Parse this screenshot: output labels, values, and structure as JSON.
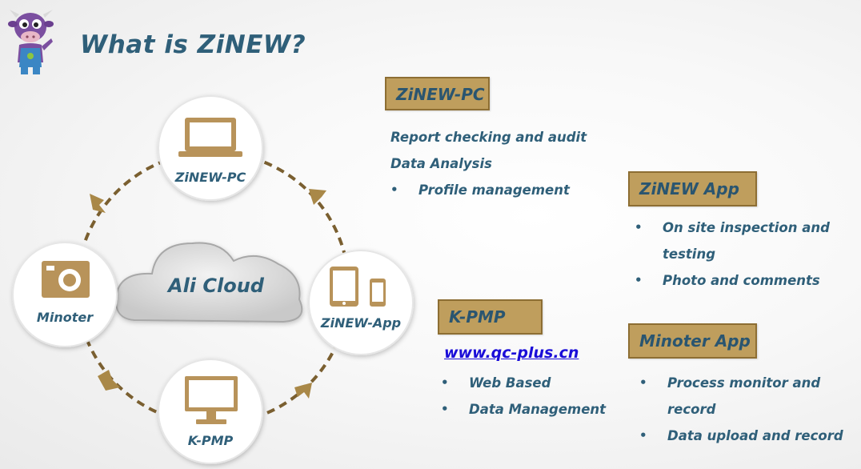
{
  "title": "What is ZiNEW?",
  "diagram": {
    "center": "Ali Cloud",
    "nodes": {
      "pc": "ZiNEW-PC",
      "app": "ZiNEW-App",
      "kpmp": "K-PMP",
      "minoter": "Minoter"
    }
  },
  "sections": {
    "pc": {
      "tag": "ZiNEW-PC",
      "lines": [
        "Report checking and audit",
        "Data Analysis"
      ],
      "bullets": [
        "Profile management"
      ]
    },
    "app": {
      "tag": "ZiNEW App",
      "bullets": [
        "On site inspection and",
        "testing",
        "Photo and  comments"
      ]
    },
    "kpmp": {
      "tag": "K-PMP",
      "link": "www.qc-plus.cn",
      "bullets": [
        "Web Based",
        "Data Management"
      ]
    },
    "minoter": {
      "tag": "Minoter App",
      "bullets": [
        "Process monitor and",
        "record",
        "Data upload and record"
      ]
    }
  },
  "colors": {
    "accent_tag": "#bf9e5d",
    "text": "#2f5f79",
    "link": "#1a0dd8"
  }
}
